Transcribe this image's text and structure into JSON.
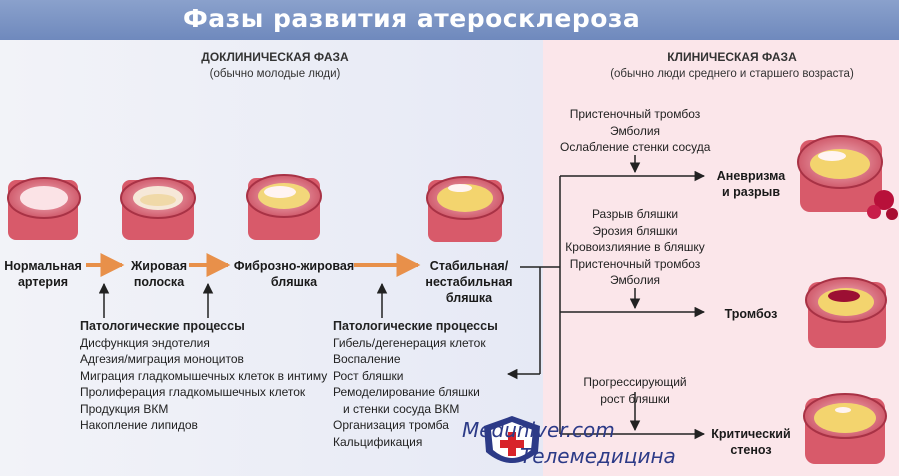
{
  "title": "Фазы развития атеросклероза",
  "preclinical": {
    "heading": "ДОКЛИНИЧЕСКАЯ ФАЗА",
    "sub": "(обычно молодые люди)"
  },
  "clinical": {
    "heading": "КЛИНИЧЕСКАЯ ФАЗА",
    "sub": "(обычно люди среднего и старшего возраста)"
  },
  "stages": {
    "normal": [
      "Нормальная",
      "артерия"
    ],
    "fatty": [
      "Жировая",
      "полоска"
    ],
    "fibro": [
      "Фиброзно-жировая",
      "бляшка"
    ],
    "stable": [
      "Стабильная/",
      "нестабильная",
      "бляшка"
    ]
  },
  "processes1": {
    "heading": "Патологические процессы",
    "items": [
      "Дисфункция эндотелия",
      "Адгезия/миграция моноцитов",
      "Миграция гладкомышечных клеток в интиму",
      "Пролиферация гладкомышечных клеток",
      "Продукция ВКМ",
      "Накопление липидов"
    ]
  },
  "processes2": {
    "heading": "Патологические процессы",
    "items": [
      "Гибель/дегенерация клеток",
      "Воспаление",
      "Рост бляшки",
      "Ремоделирование бляшки",
      "и стенки сосуда ВКМ",
      "Организация тромба",
      "Кальцификация"
    ]
  },
  "causes_aneurysm": [
    "Пристеночный тромбоз",
    "Эмболия",
    "Ослабление стенки сосуда"
  ],
  "causes_thrombosis": [
    "Разрыв бляшки",
    "Эрозия бляшки",
    "Кровоизлияние в бляшку",
    "Пристеночный тромбоз",
    "Эмболия"
  ],
  "causes_stenosis": [
    "Прогрессирующий",
    "рост бляшки"
  ],
  "outcomes": {
    "aneurysm": [
      "Аневризма",
      "и разрыв"
    ],
    "thrombosis": [
      "Тромбоз"
    ],
    "stenosis": [
      "Критический",
      "стеноз"
    ]
  },
  "watermark": {
    "line1": "Meduniver.com",
    "line2": "Телемедицина"
  },
  "colors": {
    "title_bar": "#7a93c4",
    "clinical_bg": "#fbe6ea",
    "arrow": "#e8904a",
    "line": "#222222",
    "artery": "#c8485a",
    "plaque": "#f3d46e"
  }
}
